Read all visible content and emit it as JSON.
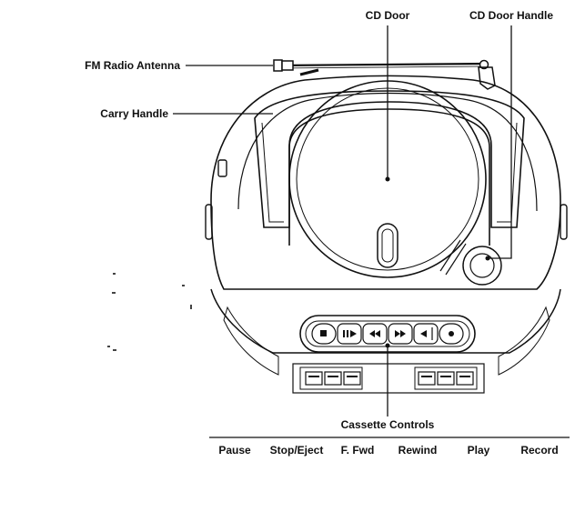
{
  "callouts": {
    "cd_door": "CD Door",
    "cd_door_handle": "CD Door Handle",
    "fm_radio_antenna": "FM Radio Antenna",
    "carry_handle": "Carry Handle",
    "cassette_controls": "Cassette Controls"
  },
  "cassette_buttons": [
    {
      "label": "Pause"
    },
    {
      "label": "Stop/Eject"
    },
    {
      "label": "F. Fwd"
    },
    {
      "label": "Rewind"
    },
    {
      "label": "Play"
    },
    {
      "label": "Record"
    }
  ],
  "cd_controls": {
    "icons": [
      "stop-icon",
      "play-pause-icon",
      "skip-back-icon",
      "skip-forward-icon",
      "mode-icon",
      "record-dot-icon"
    ]
  },
  "colors": {
    "line": "#111111",
    "background": "#ffffff"
  }
}
